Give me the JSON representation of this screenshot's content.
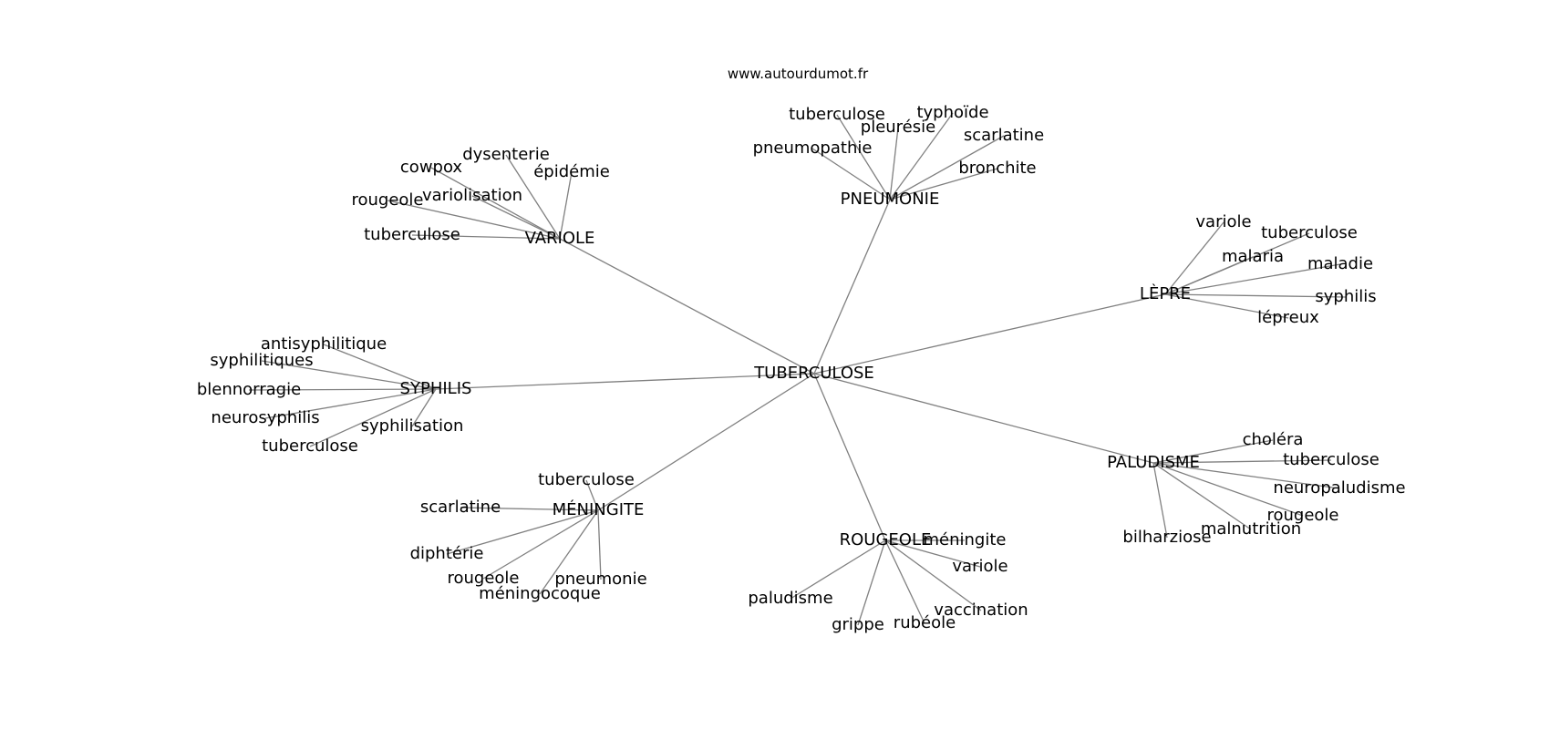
{
  "watermark": "www.autourdumot.fr",
  "colors": {
    "edge": "#808080",
    "text": "#000000",
    "background": "#ffffff"
  },
  "graph": {
    "center": {
      "id": "TUBERCULOSE",
      "label": "TUBERCULOSE"
    },
    "hubs": [
      {
        "id": "VARIOLE",
        "label": "VARIOLE",
        "leaves": [
          "dysenterie",
          "cowpox",
          "épidémie",
          "variolisation",
          "rougeole",
          "tuberculose"
        ]
      },
      {
        "id": "PNEUMONIE",
        "label": "PNEUMONIE",
        "leaves": [
          "tuberculose",
          "typhoïde",
          "pleurésie",
          "scarlatine",
          "pneumopathie",
          "bronchite"
        ]
      },
      {
        "id": "LEPRE",
        "label": "LÈPRE",
        "leaves": [
          "variole",
          "tuberculose",
          "malaria",
          "maladie",
          "syphilis",
          "lépreux"
        ]
      },
      {
        "id": "SYPHILIS",
        "label": "SYPHILIS",
        "leaves": [
          "antisyphilitique",
          "syphilitiques",
          "blennorragie",
          "neurosyphilis",
          "syphilisation",
          "tuberculose"
        ]
      },
      {
        "id": "MENINGITE",
        "label": "MÉNINGITE",
        "leaves": [
          "tuberculose",
          "scarlatine",
          "diphtérie",
          "rougeole",
          "pneumonie",
          "méningocoque"
        ]
      },
      {
        "id": "ROUGEOLE",
        "label": "ROUGEOLE",
        "leaves": [
          "méningite",
          "variole",
          "paludisme",
          "vaccination",
          "grippe",
          "rubéole"
        ]
      },
      {
        "id": "PALUDISME",
        "label": "PALUDISME",
        "leaves": [
          "choléra",
          "tuberculose",
          "neuropaludisme",
          "rougeole",
          "bilharziose",
          "malnutrition"
        ]
      }
    ]
  }
}
